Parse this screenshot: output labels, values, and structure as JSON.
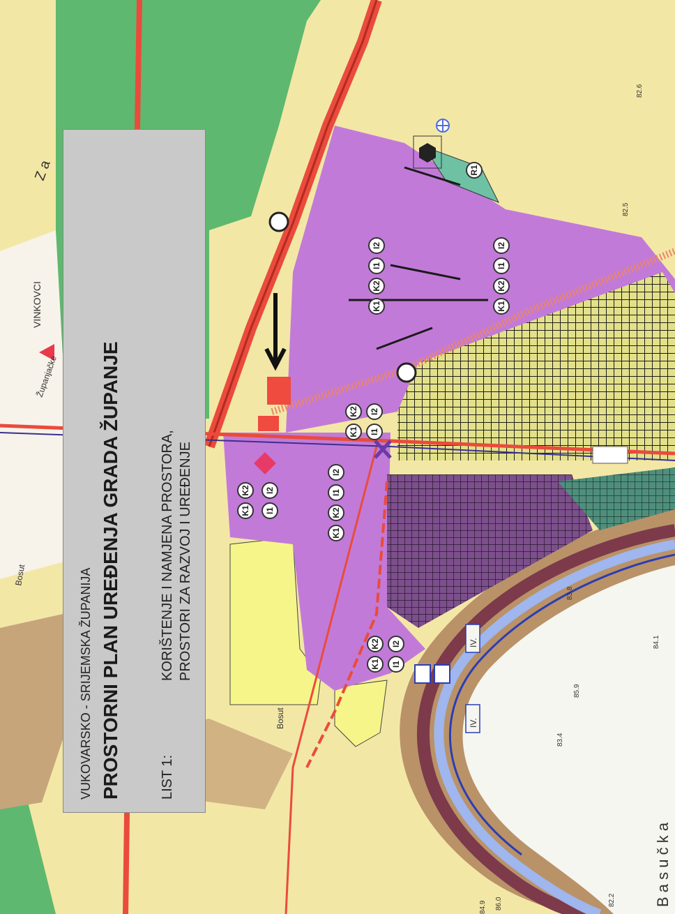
{
  "title_block": {
    "county": "VUKOVARSKO - SRIJEMSKA  ŽUPANIJA",
    "title": "PROSTORNI PLAN UREĐENJA GRADA ŽUPANJE",
    "sheet_label": "LIST 1:",
    "sheet_line1": "KORIŠTENJE I NAMJENA PROSTORA,",
    "sheet_line2": "PROSTORI ZA RAZVOJ I UREĐENJE"
  },
  "place_names": {
    "vinkovci": "VINKOVCI",
    "zupanjacke": "Županjačke",
    "bosut_1": "Bosut",
    "bosut_2": "Bosut",
    "basucka": "B a s u č k a",
    "zagrebacka": "Z a"
  },
  "zone_labels": {
    "k1": "K1",
    "k2": "K2",
    "i1": "I1",
    "i2": "I2",
    "r1": "R1"
  },
  "river_zones": {
    "iv_1": "IV.",
    "iv_2": "IV."
  },
  "elevations": {
    "e1": "84.1",
    "e2": "85.9",
    "e3": "83.4",
    "e4": "86.0",
    "e5": "82.2",
    "e6": "84.9",
    "e7": "82.5",
    "e8": "82.6",
    "e9": "83.8"
  },
  "colors": {
    "agricultural": "#f3e7a6",
    "forest": "#5fb86f",
    "industrial": "#c27ad8",
    "settlement": "#f6f58a",
    "river": "#7da0e6",
    "road": "#ea4b3c",
    "title_box": "#c9c9c9"
  }
}
